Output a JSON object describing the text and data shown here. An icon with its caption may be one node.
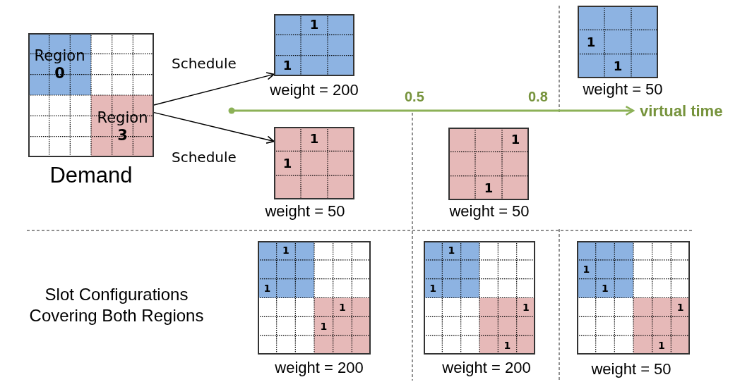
{
  "diagram": {
    "nodes": [
      {
        "text": [
          "Region **0**",
          "Region **3**"
        ],
        "beside": [
          "Demand"
        ]
      },
      {
        "text": [
          "1",
          "1"
        ],
        "beside": [
          "weight = 200"
        ]
      },
      {
        "text": [
          "1",
          "1"
        ],
        "beside": [
          "weight = 50"
        ]
      },
      {
        "text": [
          "1",
          "1"
        ],
        "beside": [
          "weight = 50"
        ]
      },
      {
        "text": [
          "1",
          "1"
        ],
        "beside": [
          "weight = 50"
        ]
      },
      {
        "text": [
          "1",
          "1",
          "1",
          "1"
        ],
        "beside": [
          "weight = 200"
        ]
      },
      {
        "text": [
          "1",
          "1",
          "1",
          "1"
        ],
        "beside": [
          "weight = 200"
        ]
      },
      {
        "text": [
          "1",
          "1",
          "1",
          "1"
        ],
        "beside": [
          "weight = 50"
        ]
      }
    ],
    "edges": [
      {
        "from": 0,
        "to": 1,
        "arrow": "to",
        "label": "Schedule"
      },
      {
        "from": 0,
        "to": 3,
        "arrow": "to",
        "label": "Schedule"
      }
    ],
    "labels": [
      "0.5",
      "0.8",
      "virtual time",
      "Slot Configurations Covering Both Regions"
    ]
  }
}
